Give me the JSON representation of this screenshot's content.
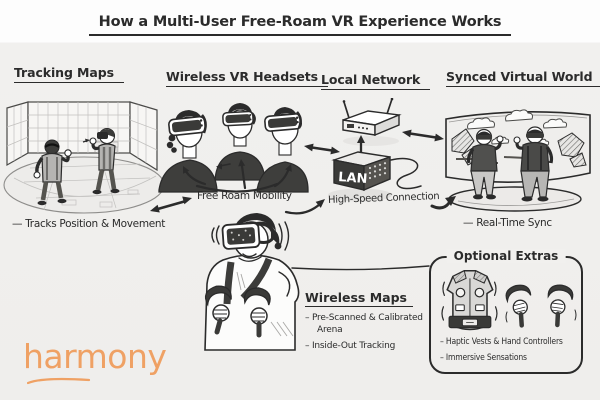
{
  "page": {
    "title": "How a Multi-User Free-Roam VR Experience Works"
  },
  "colors": {
    "ink": "#2b2b2b",
    "paper_top": "#fdfdfd",
    "paper": "#f1f0ee",
    "brand_orange": "#efa164"
  },
  "sections": {
    "tracking_maps": {
      "title": "Tracking Maps",
      "caption": "— Tracks Position & Movement"
    },
    "wireless_vr_headsets": {
      "title": "Wireless VR Headsets",
      "caption": "Free Roam Mobility"
    },
    "local_network": {
      "title": "Local Network",
      "caption": "High-Speed Connection",
      "lan_label": "LAN"
    },
    "synced_virtual_world": {
      "title": "Synced Virtual World",
      "caption": "— Real-Time Sync"
    }
  },
  "wireless_maps": {
    "title": "Wireless Maps",
    "bullets": [
      "– Pre-Scanned & Calibrated\nArena",
      "– Inside-Out Tracking"
    ]
  },
  "optional_extras": {
    "title": "Optional Extras",
    "bullets": [
      "– Haptic Vests & Hand Controllers",
      "– Immersive Sensations"
    ]
  },
  "logo": {
    "text": "harmony"
  },
  "icons": {
    "tracking_room": "vr-arena-grid-room-illustration",
    "vr_users": "three-vr-headset-users-illustration",
    "router": "wifi-router-icon",
    "lan_box": "lan-switch-box-icon",
    "virtual_world": "panorama-screen-illustration",
    "player": "vr-player-with-controllers-illustration",
    "haptic_vest": "haptic-vest-icon",
    "hand_controllers": "hand-controllers-icon"
  }
}
